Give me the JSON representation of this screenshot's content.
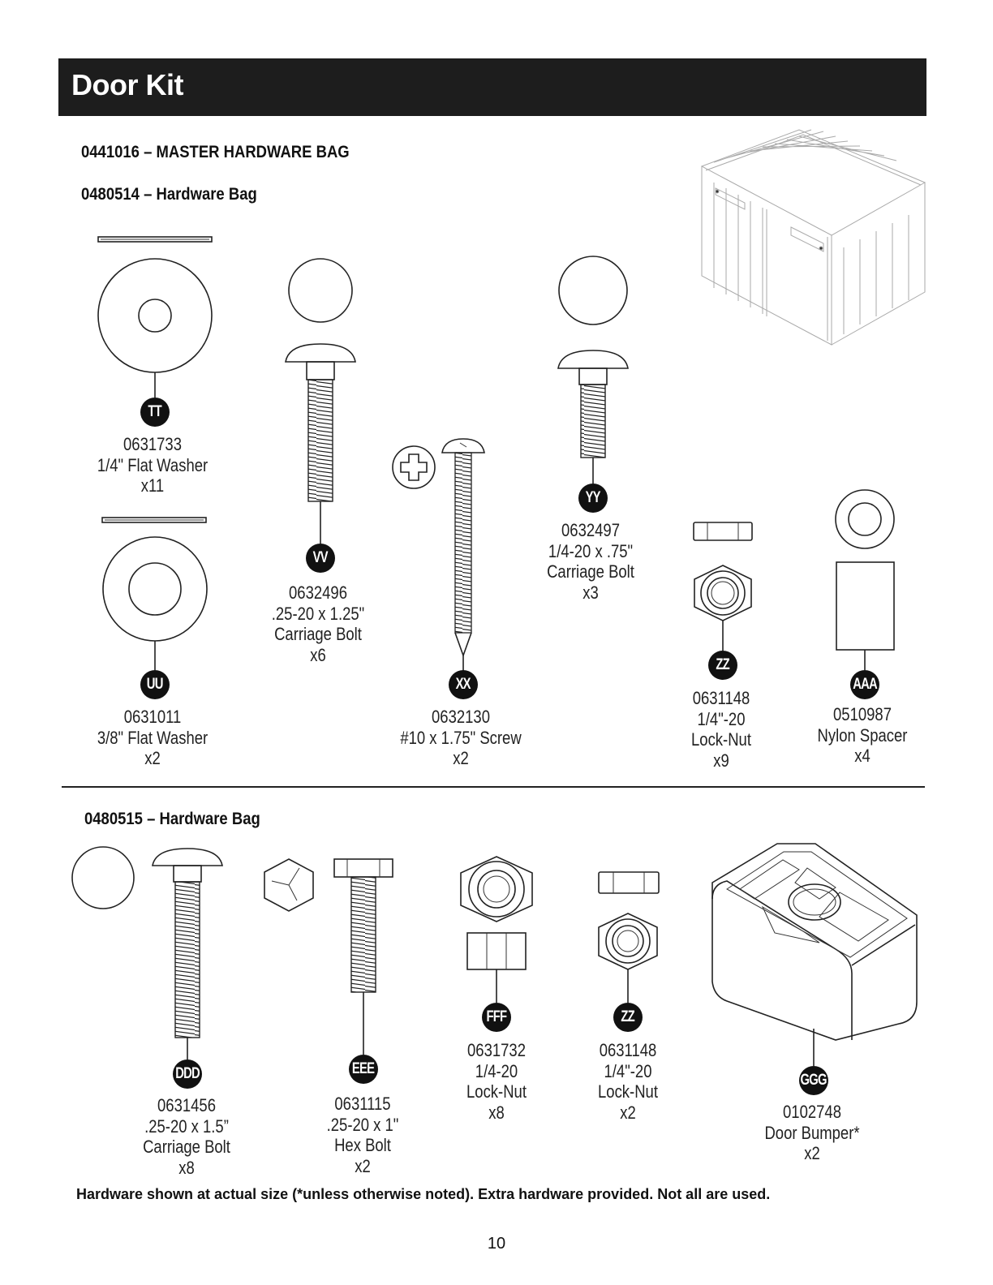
{
  "header": {
    "title": "Door Kit"
  },
  "bags": {
    "master": "0441016 – MASTER HARDWARE BAG",
    "bag1": "0480514 – Hardware Bag",
    "bag2": "0480515 – Hardware Bag"
  },
  "parts": [
    {
      "label": "TT",
      "part": "0631733",
      "desc": "1/4\" Flat Washer",
      "qty": "x11"
    },
    {
      "label": "UU",
      "part": "0631011",
      "desc": "3/8\" Flat Washer",
      "qty": "x2"
    },
    {
      "label": "VV",
      "part": "0632496",
      "desc": ".25-20 x 1.25\"",
      "desc2": "Carriage Bolt",
      "qty": "x6"
    },
    {
      "label": "XX",
      "part": "0632130",
      "desc": "#10 x 1.75\" Screw",
      "qty": "x2"
    },
    {
      "label": "YY",
      "part": "0632497",
      "desc": "1/4-20 x .75\"",
      "desc2": "Carriage Bolt",
      "qty": "x3"
    },
    {
      "label": "ZZ",
      "part": "0631148",
      "desc": "1/4\"-20",
      "desc2": "Lock-Nut",
      "qty": "x9"
    },
    {
      "label": "AAA",
      "part": "0510987",
      "desc": "Nylon Spacer",
      "qty": "x4"
    },
    {
      "label": "DDD",
      "part": "0631456",
      "desc": ".25-20 x 1.5”",
      "desc2": "Carriage Bolt",
      "qty": "x8"
    },
    {
      "label": "EEE",
      "part": "0631115",
      "desc": ".25-20 x 1\"",
      "desc2": "Hex Bolt",
      "qty": "x2"
    },
    {
      "label": "FFF",
      "part": "0631732",
      "desc": "1/4-20",
      "desc2": "Lock-Nut",
      "qty": "x8"
    },
    {
      "label": "ZZ",
      "part": "0631148",
      "desc": "1/4\"-20",
      "desc2": "Lock-Nut",
      "qty": "x2"
    },
    {
      "label": "GGG",
      "part": "0102748",
      "desc": "Door Bumper*",
      "qty": "x2"
    }
  ],
  "footer": {
    "note": "Hardware shown at actual size (*unless otherwise noted). Extra hardware provided. Not all are used.",
    "page": "10"
  }
}
